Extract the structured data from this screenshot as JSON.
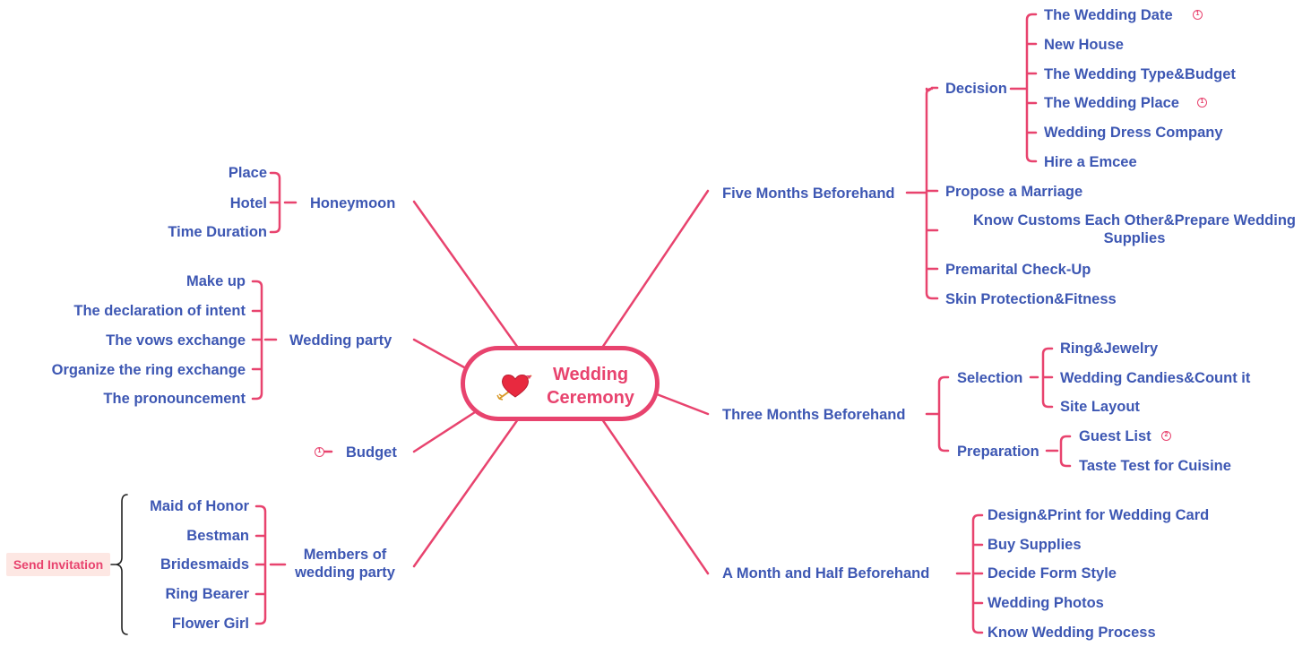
{
  "central": {
    "line1": "Wedding",
    "line2": "Ceremony",
    "icon": "heart-arrow-icon"
  },
  "colors": {
    "accent": "#e8436e",
    "text": "#3d57b3",
    "tag_bg": "#fde7e3"
  },
  "right": {
    "five_months": {
      "label": "Five Months Beforehand",
      "decision": {
        "label": "Decision",
        "items": [
          "The Wedding Date",
          "New House",
          "The Wedding Type&Budget",
          "The Wedding Place",
          "Wedding Dress Company",
          "Hire a Emcee"
        ],
        "markers": {
          "date": "1",
          "place": "1"
        }
      },
      "items": [
        "Propose a Marriage",
        "Know Customs Each Other&Prepare Wedding Supplies",
        "Premarital Check-Up",
        "Skin Protection&Fitness"
      ]
    },
    "three_months": {
      "label": "Three Months Beforehand",
      "selection": {
        "label": "Selection",
        "items": [
          "Ring&Jewelry",
          "Wedding Candies&Count it",
          "Site Layout"
        ]
      },
      "preparation": {
        "label": "Preparation",
        "items": [
          "Guest List",
          "Taste Test for Cuisine"
        ],
        "marker": "2"
      }
    },
    "month_half": {
      "label": "A Month and Half Beforehand",
      "items": [
        "Design&Print for Wedding Card",
        "Buy Supplies",
        "Decide Form Style",
        "Wedding Photos",
        "Know Wedding Process"
      ]
    }
  },
  "left": {
    "honeymoon": {
      "label": "Honeymoon",
      "items": [
        "Place",
        "Hotel",
        "Time Duration"
      ]
    },
    "wedding_party": {
      "label": "Wedding party",
      "items": [
        "Make up",
        "The declaration of intent",
        "The vows exchange",
        "Organize the ring exchange",
        "The pronouncement"
      ]
    },
    "budget": {
      "label": "Budget",
      "marker": "1"
    },
    "members": {
      "label_line1": "Members of",
      "label_line2": "wedding party",
      "items": [
        "Maid of Honor",
        "Bestman",
        "Bridesmaids",
        "Ring Bearer",
        "Flower Girl"
      ]
    },
    "tag": "Send Invitation"
  }
}
